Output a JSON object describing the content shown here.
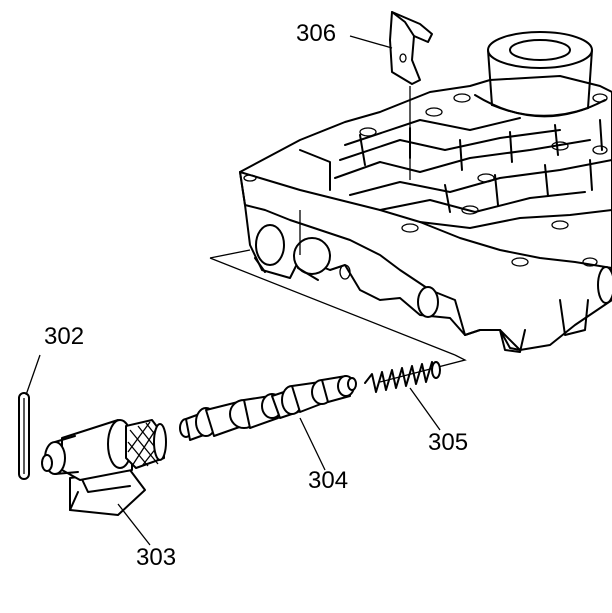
{
  "callouts": {
    "c306": "306",
    "c302": "302",
    "c305": "305",
    "c304": "304",
    "c303": "303"
  },
  "parts": [
    {
      "id": "306",
      "name": "bracket"
    },
    {
      "id": "302",
      "name": "o-ring seal"
    },
    {
      "id": "303",
      "name": "solenoid"
    },
    {
      "id": "304",
      "name": "valve"
    },
    {
      "id": "305",
      "name": "spring"
    }
  ]
}
